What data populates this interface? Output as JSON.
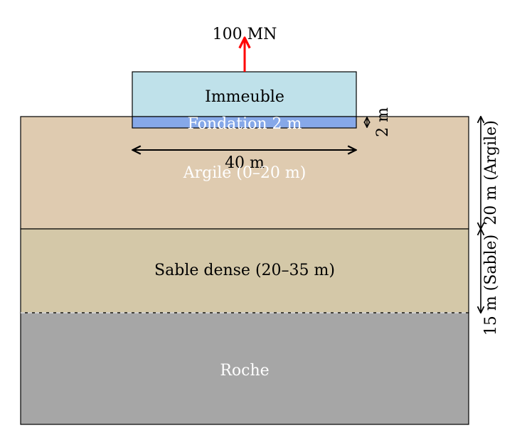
{
  "diagram": {
    "force_label": "100 MN",
    "building_label": "Immeuble",
    "foundation_label": "Fondation 2 m",
    "foundation_thickness_label": "2 m",
    "width_label": "40 m",
    "layers": {
      "clay": "Argile (0–20 m)",
      "sand": "Sable dense (20–35 m)",
      "rock": "Roche"
    },
    "side_labels": {
      "clay": "20 m (Argile)",
      "sand": "15 m (Sable)"
    },
    "colors": {
      "clay": "#dfcbb0",
      "sand": "#d4c8a8",
      "rock": "#a6a6a6",
      "building": "#bfe1ea",
      "foundation": "#86a8e8",
      "force_arrow": "#ff0000",
      "stroke": "#000000",
      "light_text": "#ffffff"
    }
  }
}
